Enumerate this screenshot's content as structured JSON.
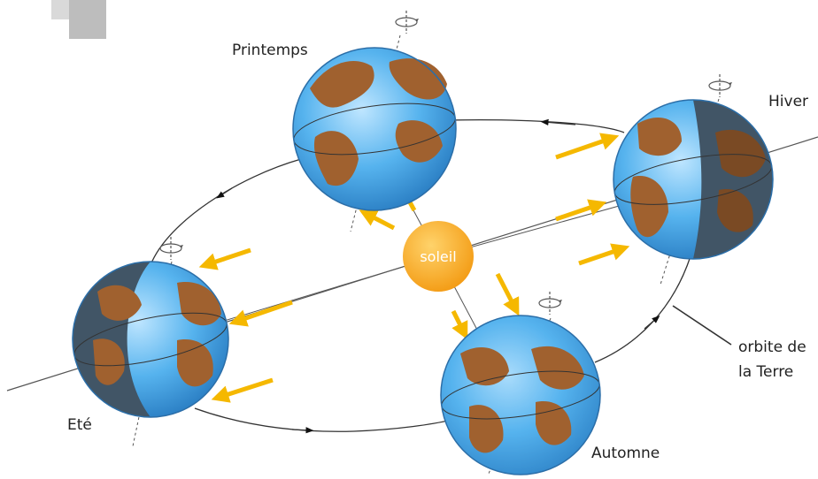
{
  "labels": {
    "spring": "Printemps",
    "winter": "Hiver",
    "summer": "Eté",
    "autumn": "Automne",
    "sun": "soleil",
    "orbit_line1": "orbite de",
    "orbit_line2": "la Terre"
  },
  "colors": {
    "sun": "#f7a823",
    "ray": "#f5b800",
    "ocean_light": "#bfe6ff",
    "ocean": "#56b3ee",
    "ocean_dark": "#2b7fc4",
    "land": "#a0612f",
    "night": "#415566",
    "orbit": "#333333",
    "corner_square": "#bdbdbd"
  },
  "icons": {
    "earth": "earth-globe-icon",
    "rotation": "rotation-arrow-icon",
    "sun": "sun-icon"
  }
}
